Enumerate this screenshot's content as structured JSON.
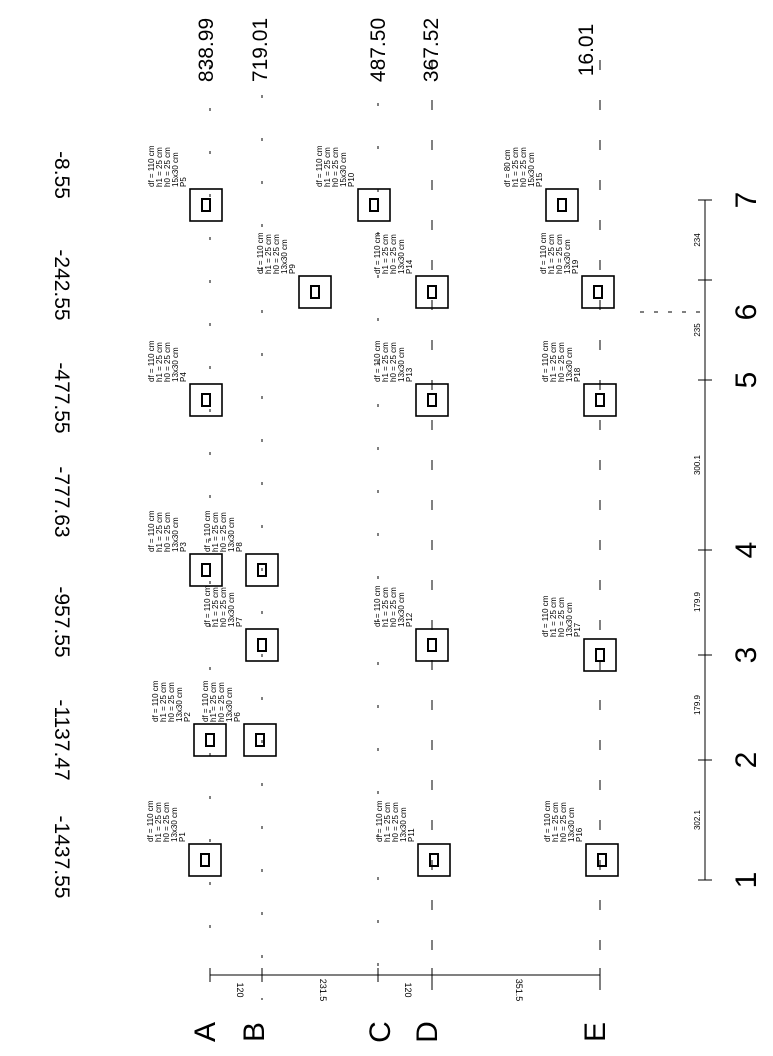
{
  "row_axes": [
    {
      "label": "A",
      "level": "838.99"
    },
    {
      "label": "B",
      "level": "719.01"
    },
    {
      "label": "C",
      "level": "487.50"
    },
    {
      "label": "D",
      "level": "367.52"
    },
    {
      "label": "E",
      "level": "16.01"
    }
  ],
  "column_axes": [
    {
      "label": "1",
      "offset": "-1437.55"
    },
    {
      "label": "2",
      "offset": "-1137.47"
    },
    {
      "label": "3",
      "offset": "-957.55"
    },
    {
      "label": "4",
      "offset": "-777.63"
    },
    {
      "label": "5",
      "offset": "-477.55"
    },
    {
      "label": "6",
      "offset": "-242.55"
    },
    {
      "label": "7",
      "offset": "-8.55"
    }
  ],
  "column_spacings": [
    "302.1",
    "179.9",
    "179.9",
    "300.1",
    "235",
    "234"
  ],
  "row_spacings": [
    "120",
    "231.5",
    "120",
    "351.5"
  ],
  "piers": [
    {
      "name": "P1",
      "lines": [
        "P1",
        "13x30 cm",
        "h0 = 25 cm",
        "h1 = 25 cm",
        "df = 110 cm"
      ]
    },
    {
      "name": "P2",
      "lines": [
        "P2",
        "13x30 cm",
        "h0 = 25 cm",
        "h1 = 25 cm",
        "df = 110 cm"
      ]
    },
    {
      "name": "P3",
      "lines": [
        "P3",
        "13x30 cm",
        "h0 = 25 cm",
        "h1 = 25 cm",
        "df = 110 cm"
      ]
    },
    {
      "name": "P4",
      "lines": [
        "P4",
        "13x30 cm",
        "h0 = 25 cm",
        "h1 = 25 cm",
        "df = 110 cm"
      ]
    },
    {
      "name": "P5",
      "lines": [
        "P5",
        "15x30 cm",
        "h0 = 25 cm",
        "h1 = 25 cm",
        "df = 110 cm"
      ]
    },
    {
      "name": "P6",
      "lines": [
        "P6",
        "13x30 cm",
        "h0 = 25 cm",
        "h1 = 25 cm",
        "df = 110 cm"
      ]
    },
    {
      "name": "P7",
      "lines": [
        "P7",
        "13x30 cm",
        "h0 = 25 cm",
        "h1 = 25 cm",
        "df = 110 cm"
      ]
    },
    {
      "name": "P8",
      "lines": [
        "P8",
        "13x30 cm",
        "h0 = 25 cm",
        "h1 = 25 cm",
        "df = 110 cm"
      ]
    },
    {
      "name": "P9",
      "lines": [
        "P9",
        "13x30 cm",
        "h0 = 25 cm",
        "h1 = 25 cm",
        "df = 110 cm"
      ]
    },
    {
      "name": "P10",
      "lines": [
        "P10",
        "15x30 cm",
        "h0 = 25 cm",
        "h1 = 25 cm",
        "df = 110 cm"
      ]
    },
    {
      "name": "P11",
      "lines": [
        "P11",
        "13x30 cm",
        "h0 = 25 cm",
        "h1 = 25 cm",
        "df = 110 cm"
      ]
    },
    {
      "name": "P12",
      "lines": [
        "P12",
        "13x30 cm",
        "h0 = 25 cm",
        "h1 = 25 cm",
        "df = 110 cm"
      ]
    },
    {
      "name": "P13",
      "lines": [
        "P13",
        "13x30 cm",
        "h0 = 25 cm",
        "h1 = 25 cm",
        "df = 110 cm"
      ]
    },
    {
      "name": "P14",
      "lines": [
        "P14",
        "13x30 cm",
        "h0 = 25 cm",
        "h1 = 25 cm",
        "df = 110 cm"
      ]
    },
    {
      "name": "P15",
      "lines": [
        "P15",
        "15x30 cm",
        "h0 = 25 cm",
        "h1 = 25 cm",
        "df = 80 cm"
      ]
    },
    {
      "name": "P16",
      "lines": [
        "P16",
        "13x30 cm",
        "h0 = 25 cm",
        "h1 = 25 cm",
        "df = 110 cm"
      ]
    },
    {
      "name": "P17",
      "lines": [
        "P17",
        "13x30 cm",
        "h0 = 25 cm",
        "h1 = 25 cm",
        "df = 110 cm"
      ]
    },
    {
      "name": "P18",
      "lines": [
        "P18",
        "13x30 cm",
        "h0 = 25 cm",
        "h1 = 25 cm",
        "df = 110 cm"
      ]
    },
    {
      "name": "P19",
      "lines": [
        "P19",
        "13x30 cm",
        "h0 = 25 cm",
        "h1 = 25 cm",
        "df = 110 cm"
      ]
    }
  ]
}
